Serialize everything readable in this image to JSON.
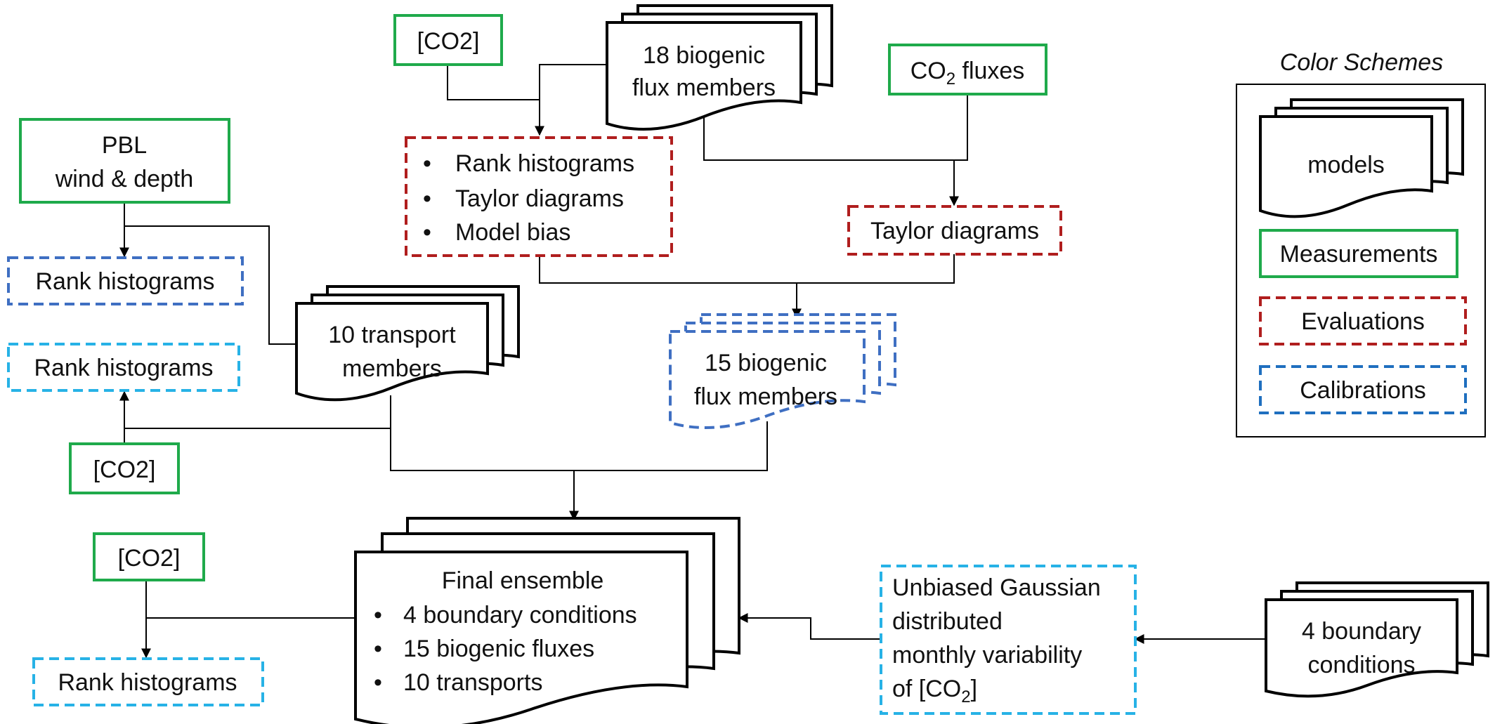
{
  "colors": {
    "measurement": "#1faa4b",
    "evaluation": "#b01e1e",
    "calibration_dark": "#3f6fc2",
    "calibration_light": "#27b2e6",
    "model": "#000000",
    "edge": "#000000"
  },
  "nodes": {
    "co2_top": {
      "label": "[CO2]"
    },
    "biogenic_18": {
      "line1": "18 biogenic",
      "line2": "flux members"
    },
    "co2_fluxes": {
      "prefix": "CO",
      "subscript": "2",
      "suffix": " fluxes"
    },
    "pbl": {
      "line1": "PBL",
      "line2": "wind & depth"
    },
    "eval_biogenic": {
      "items": [
        "Rank histograms",
        "Taylor diagrams",
        "Model bias"
      ]
    },
    "eval_taylor": {
      "label": "Taylor diagrams"
    },
    "rank_pbl": {
      "label": "Rank histograms"
    },
    "rank_transport": {
      "label": "Rank histograms"
    },
    "transport_10": {
      "line1": "10 transport",
      "line2": "members"
    },
    "biogenic_15": {
      "line1": "15 biogenic",
      "line2": "flux members"
    },
    "co2_mid": {
      "label": "[CO2]"
    },
    "co2_bottom": {
      "label": "[CO2]"
    },
    "rank_bottom": {
      "label": "Rank histograms"
    },
    "final_ensemble": {
      "title": "Final ensemble",
      "items": [
        "4 boundary conditions",
        "15 biogenic fluxes",
        "10 transports"
      ]
    },
    "unbiased": {
      "line1": "Unbiased Gaussian",
      "line2": "distributed",
      "line3": "monthly variability",
      "line4_prefix": "of [CO",
      "line4_sub": "2",
      "line4_suffix": "]"
    },
    "boundary_4": {
      "line1": "4 boundary",
      "line2": "conditions"
    }
  },
  "legend": {
    "title": "Color Schemes",
    "models": "models",
    "measurements": "Measurements",
    "evaluations": "Evaluations",
    "calibrations": "Calibrations"
  }
}
